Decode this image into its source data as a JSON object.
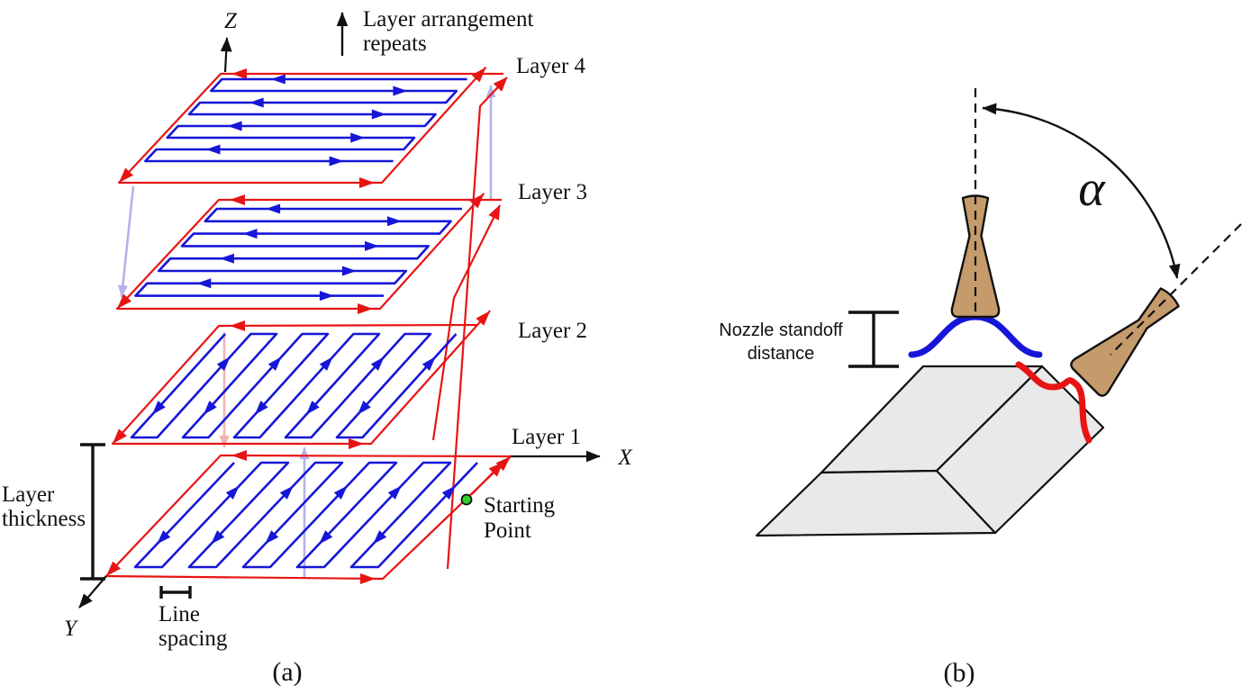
{
  "colors": {
    "path_blue": "#1616d8",
    "outline_red": "#e81414",
    "transfer_lavender": "#b3b3ea",
    "transfer_pink": "#f2b3b3",
    "nozzle_tan": "#c59b6c",
    "substrate_gray": "#e9e9e9",
    "start_point_green": "#2fd12f",
    "ink": "#111111"
  },
  "panel_a": {
    "panel_label": "(a)",
    "axes": {
      "z": "Z",
      "x": "X",
      "y": "Y"
    },
    "repeat_note": {
      "line1": "Layer arrangement",
      "line2": "repeats"
    },
    "layers": [
      {
        "label": "Layer 4"
      },
      {
        "label": "Layer 3"
      },
      {
        "label": "Layer 2"
      },
      {
        "label": "Layer 1"
      }
    ],
    "layer_thickness": {
      "line1": "Layer",
      "line2": "thickness"
    },
    "line_spacing": {
      "line1": "Line",
      "line2": "spacing"
    },
    "starting_point": {
      "line1": "Starting",
      "line2": "Point"
    }
  },
  "panel_b": {
    "panel_label": "(b)",
    "spray_angle_label": "α",
    "nozzle_standoff": {
      "line1": "Nozzle standoff",
      "line2": "distance"
    }
  }
}
